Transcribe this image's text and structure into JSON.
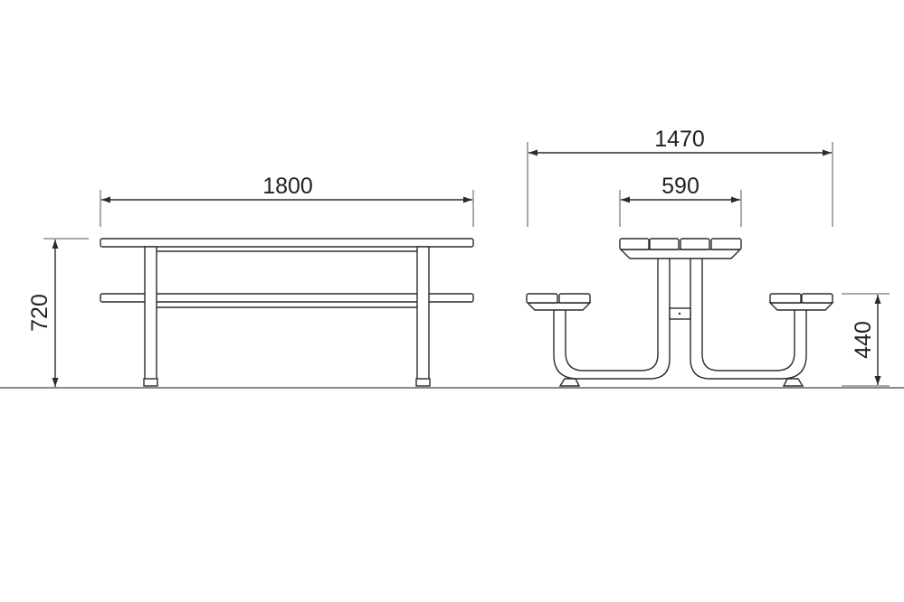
{
  "dimensions": {
    "side_length": "1800",
    "side_height": "720",
    "end_width": "1470",
    "end_top_width": "590",
    "end_seat_height": "440"
  }
}
